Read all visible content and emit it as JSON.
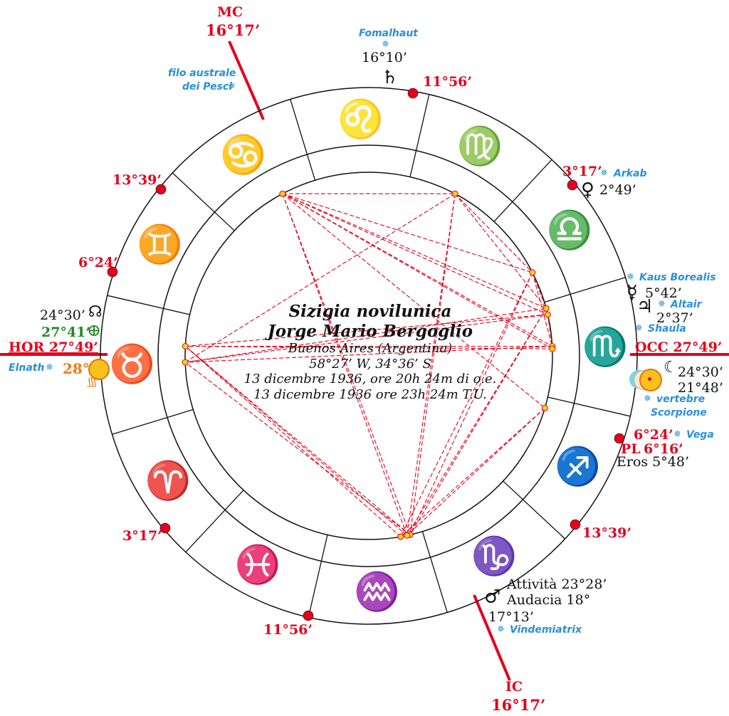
{
  "title": "Sizigia novilunica",
  "subject": "Jorge Mario Bergoglio",
  "place": "Buenos Aires (Argentina)",
  "coords": "58°27’ W,   34°36’ S",
  "date_local": "13 dicembre 1936, ore 20h 24m di o.e.",
  "date_ut": "13 dicembre 1936 ore 23h 24m T.U.",
  "axes": {
    "mc_label": "MC",
    "mc_deg": "16°17’",
    "ic_label": "IC",
    "ic_deg": "16°17’",
    "hor": "HOR 27°49’",
    "occ": "OCC 27°49’"
  },
  "house_cusps": [
    "11°56’",
    "3°17’",
    "13°39’",
    "6°24’",
    "13°39’",
    "3°17’",
    "11°56’",
    "6°24’"
  ],
  "signs": [
    "♍",
    "♌",
    "♋",
    "♊",
    "♉",
    "♈",
    "♓",
    "♒",
    "♑",
    "♐",
    "♏",
    "♎"
  ],
  "planets": {
    "saturn": {
      "glyph": "♄",
      "deg": "16°10’"
    },
    "venus": {
      "glyph": "♀",
      "deg": "2°49’"
    },
    "mercury": {
      "glyph": "☿",
      "deg": "5°42’"
    },
    "jupiter": {
      "glyph": "♃",
      "deg": "2°37’"
    },
    "moon_a": {
      "deg": "24°30’"
    },
    "moon_b": {
      "deg": "21°48’"
    },
    "pl_label": "PL",
    "pl_deg": "6°16’",
    "eros": "Eros 5°48’",
    "mars": {
      "glyph": "♂",
      "attivita": "Attività 23°28’",
      "audacia": "Audacia 18°",
      "deg": "17°13’"
    },
    "node": {
      "glyph": "☊",
      "deg": "24°30’"
    },
    "fortune": {
      "glyph": "⊕",
      "deg": "27°41’"
    },
    "sun": {
      "deg": "28°"
    }
  },
  "stars": {
    "fomalhaut": "Fomalhaut",
    "filo1": "filo australe",
    "filo2": "dei  Pesci",
    "arkab": "Arkab",
    "kaus": "Kaus Borealis",
    "altair": "Altair",
    "shaula": "Shaula",
    "vertebre1": "vertebre",
    "vertebre2": "Scorpione",
    "vega": "Vega",
    "vindemiatrix": "Vindemiatrix",
    "elnath": "Elnath"
  },
  "colors": {
    "axis": "#e3001b",
    "aspect": "#e3001b",
    "star": "#2a8fd6",
    "dot": "#f6d21c"
  }
}
